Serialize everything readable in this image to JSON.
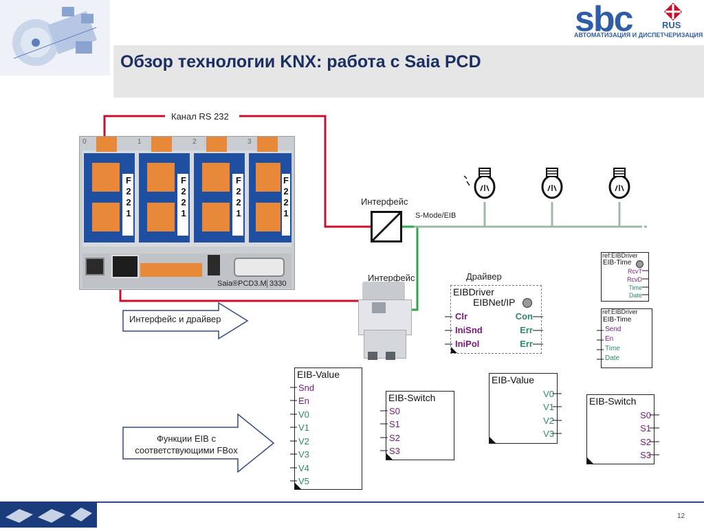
{
  "header": {
    "title": "Обзор технологии KNX: работа с Saia PCD",
    "logo_main": "sbc",
    "logo_rus": "RUS",
    "logo_sub": "АВТОМАТИЗАЦИЯ И ДИСПЕТЧЕРИЗАЦИЯ"
  },
  "labels": {
    "rs232": "Канал RS 232",
    "interface1": "Интерфейс",
    "smode": "S-Mode/EIB",
    "interface2": "Интерфейс",
    "driver": "Драйвер",
    "arrow1": "Интерфейс и драйвер",
    "arrow2_line1": "Функции EIB с",
    "arrow2_line2": "соответствующими FBox"
  },
  "plc": {
    "model": "Saia®PCD3.M",
    "number": "3330",
    "module_label": [
      "F",
      "2",
      "2",
      "1"
    ],
    "slots": [
      "0",
      "1",
      "2",
      "3"
    ]
  },
  "eibdriver": {
    "title": "EIBDriver",
    "subtitle": "EIBNet/IP",
    "inputs": [
      "Clr",
      "IniSnd",
      "IniPol"
    ],
    "outputs": [
      "Con",
      "Err",
      "Err"
    ]
  },
  "ref_time1": {
    "ref": "ref:EIBDriver",
    "title": "EIB-Time",
    "outputs": [
      "RcvT",
      "RcvD",
      "Time",
      "Date"
    ]
  },
  "ref_time2": {
    "ref": "ref:EIBDriver",
    "title": "EIB-Time",
    "inputs": [
      "Send",
      "En",
      "Time",
      "Date"
    ]
  },
  "eib_value1": {
    "title": "EIB-Value",
    "inputs": [
      "Snd",
      "En",
      "V0",
      "V1",
      "V2",
      "V3",
      "V4",
      "V5"
    ]
  },
  "eib_switch1": {
    "title": "EIB-Switch",
    "inputs": [
      "S0",
      "S1",
      "S2",
      "S3"
    ]
  },
  "eib_value2": {
    "title": "EIB-Value",
    "outputs": [
      "V0",
      "V1",
      "V2",
      "V3"
    ]
  },
  "eib_switch2": {
    "title": "EIB-Switch",
    "outputs": [
      "S0",
      "S1",
      "S2",
      "S3"
    ]
  },
  "footer": {
    "page": "12"
  },
  "colors": {
    "red": "#c8102e",
    "green": "#2aa84a",
    "bus": "#9db8a5",
    "navy": "#1a3b7c"
  }
}
